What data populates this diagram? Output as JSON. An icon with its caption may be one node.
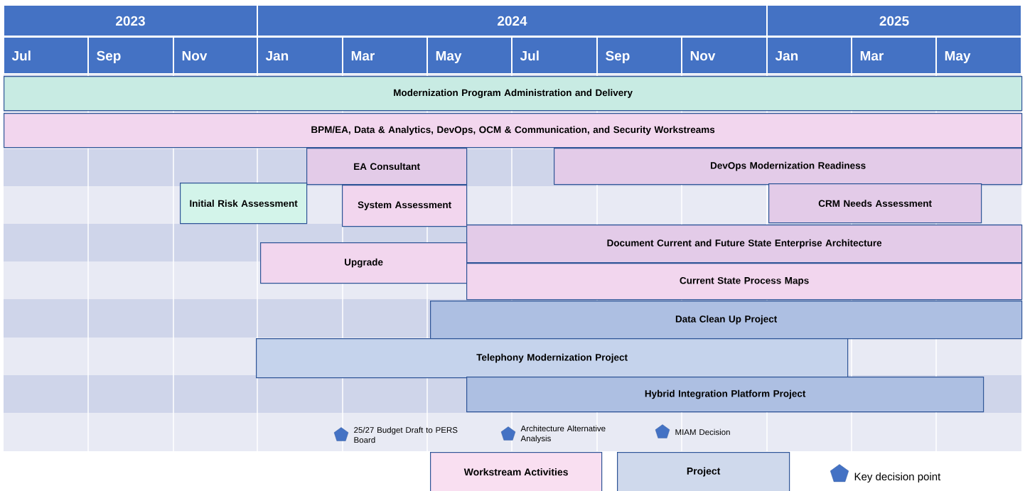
{
  "diagram": {
    "nodes": [
      {
        "text": [
          "Modernization Program Administration and Delivery"
        ]
      },
      {
        "text": [
          "BPM/EA, Data & Analytics, DevOps, OCM & Communication, and Security Workstreams"
        ]
      },
      {
        "text": [
          "EA Consultant"
        ]
      },
      {
        "text": [
          "DevOps Modernization Readiness"
        ]
      },
      {
        "text": [
          "Initial Risk Assessment"
        ]
      },
      {
        "text": [
          "System Assessment"
        ]
      },
      {
        "text": [
          "CRM Needs Assessment"
        ]
      },
      {
        "text": [
          "Document Current and Future State Enterprise Architecture"
        ]
      },
      {
        "text": [
          "Upgrade"
        ]
      },
      {
        "text": [
          "Current State Process Maps"
        ]
      },
      {
        "text": [
          "Data Clean Up Project"
        ]
      },
      {
        "text": [
          "Telephony Modernization Project"
        ]
      },
      {
        "text": [
          "Hybrid Integration Platform Project"
        ]
      },
      {
        "text": [],
        "shape": "pentagon",
        "beside": [
          "25/27 Budget Draft to PERS Board"
        ]
      },
      {
        "text": [],
        "shape": "pentagon",
        "beside": [
          "Architecture Alternative Analysis"
        ]
      },
      {
        "text": [],
        "shape": "pentagon",
        "beside": [
          "MIAM Decision"
        ]
      }
    ],
    "labels": [
      "2023",
      "2024",
      "2025",
      "Jul",
      "Sep",
      "Nov",
      "Jan",
      "Mar",
      "May",
      "Jul",
      "Sep",
      "Nov",
      "Jan",
      "Mar",
      "May"
    ],
    "legend": [
      {
        "text": "Workstream Activities",
        "color": "#f9dff1"
      },
      {
        "text": "Project",
        "color": "#cfd9ec"
      },
      {
        "text": "Key decision point"
      }
    ]
  }
}
